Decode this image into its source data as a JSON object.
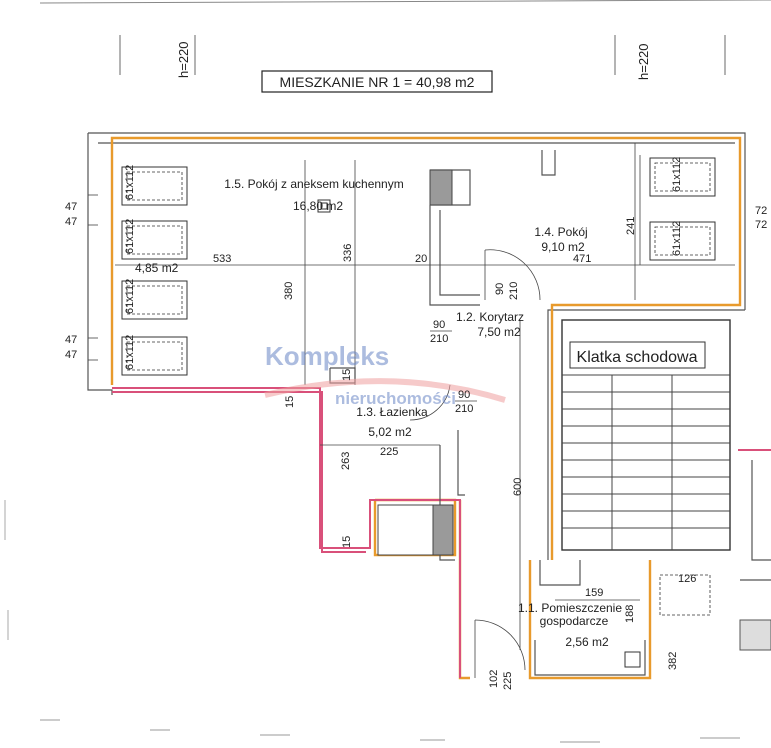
{
  "title": "MIESZKANIE NR 1 = 40,98 m2",
  "heights": {
    "left": "h=220",
    "right": "h=220"
  },
  "rooms": {
    "r15": {
      "name": "1.5. Pokój z aneksem kuchennym",
      "area": "16,80 m2"
    },
    "r14": {
      "name": "1.4. Pokój",
      "area": "9,10 m2"
    },
    "r12": {
      "name": "1.2. Korytarz",
      "area": "7,50 m2"
    },
    "r13": {
      "name": "1.3. Łazienka",
      "area": "5,02 m2"
    },
    "r11": {
      "name": "1.1. Pomieszczenie gospodarcze",
      "name_line1": "1.1. Pomieszczenie",
      "name_line2": "gospodarcze",
      "area": "2,56 m2"
    },
    "stair": {
      "name": "Klatka schodowa"
    }
  },
  "balcony_area": "4,85 m2",
  "window_label": "61x112",
  "dims": {
    "d533": "533",
    "d380": "380",
    "d336": "336",
    "d20": "20",
    "d471": "471",
    "d241": "241",
    "d47a": "47",
    "d47b": "47",
    "d47c": "47",
    "d47d": "47",
    "d72a": "72",
    "d72b": "72",
    "d15a": "15",
    "d15b": "15",
    "d15c": "15",
    "d263": "263",
    "d225": "225",
    "d600": "600",
    "d159": "159",
    "d188": "188",
    "d126": "126",
    "d382": "382",
    "d102": "102",
    "d225b": "225",
    "door1w": "90",
    "door1h": "210",
    "door2w": "90",
    "door2h": "210",
    "door3w": "90",
    "door3h": "210"
  },
  "watermark": {
    "line1": "Kompleks",
    "line2": "nieruchomości"
  },
  "colors": {
    "outline": "#e89a2c",
    "pink": "#d9507a",
    "watermark": "#6a86c6",
    "watermark_arc": "#f0a0a0"
  }
}
